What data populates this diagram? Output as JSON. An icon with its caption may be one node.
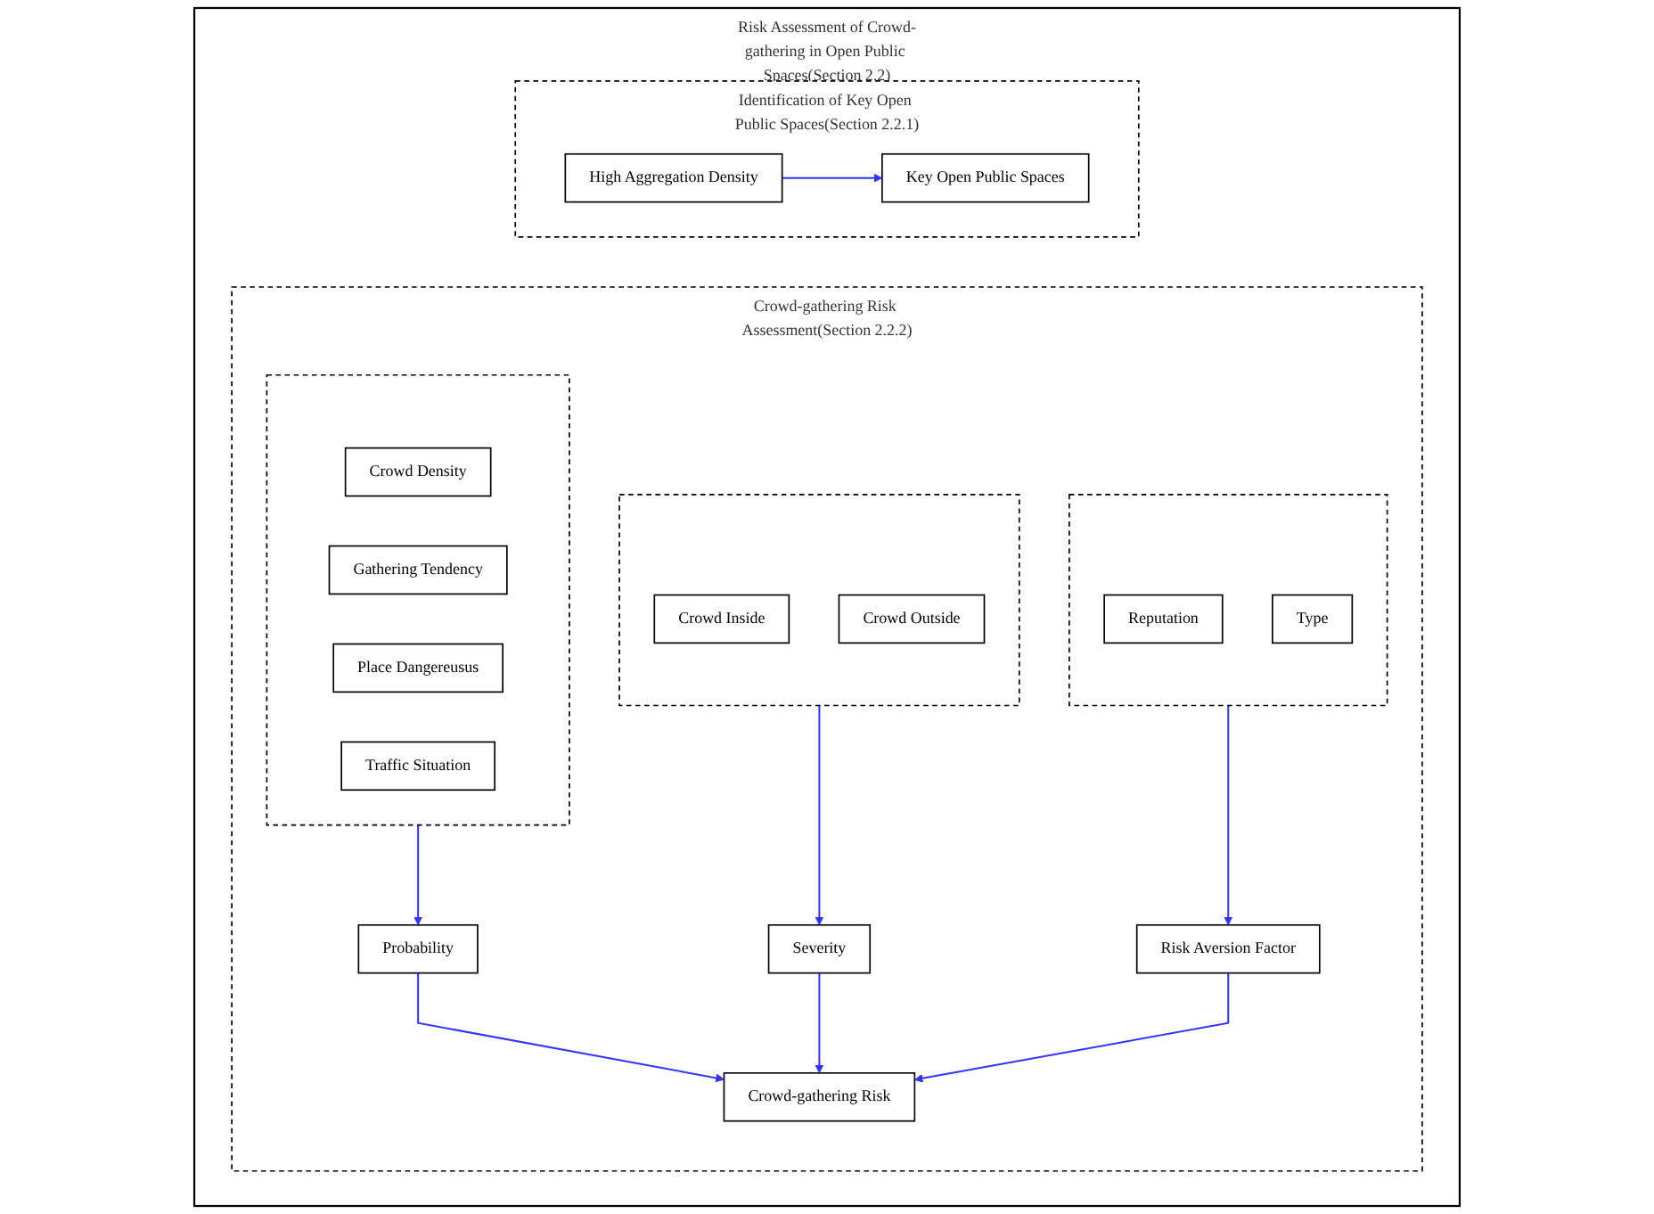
{
  "diagram": {
    "nodes": [
      {
        "text": [
          "Risk Assessment of Crowd-gathering in Open Public Spaces(Section 2.2)"
        ]
      },
      {
        "text": [
          "Identification of Key Open Public Spaces(Section 2.2.1)"
        ],
        "in": 0
      },
      {
        "text": [
          "High Aggregation Density"
        ],
        "in": 1
      },
      {
        "text": [
          "Key Open Public Spaces"
        ],
        "in": 1
      },
      {
        "text": [
          "Crowd-gathering Risk Assessment(Section 2.2.2)"
        ],
        "in": 0
      },
      {
        "text": [],
        "shape": "box",
        "in": 4
      },
      {
        "text": [
          "Crowd Density"
        ],
        "in": 5
      },
      {
        "text": [
          "Gathering Tendency"
        ],
        "in": 5
      },
      {
        "text": [
          "Place Dangereusus"
        ],
        "in": 5
      },
      {
        "text": [
          "Traffic Situation"
        ],
        "in": 5
      },
      {
        "text": [],
        "shape": "box",
        "in": 4
      },
      {
        "text": [
          "Crowd Inside"
        ],
        "in": 10
      },
      {
        "text": [
          "Crowd Outside"
        ],
        "in": 10
      },
      {
        "text": [],
        "shape": "box",
        "in": 4
      },
      {
        "text": [
          "Reputation"
        ],
        "in": 13
      },
      {
        "text": [
          "Type"
        ],
        "in": 13
      },
      {
        "text": [
          "Probability"
        ],
        "in": 4
      },
      {
        "text": [
          "Severity"
        ],
        "in": 4
      },
      {
        "text": [
          "Risk Aversion Factor"
        ],
        "in": 4
      },
      {
        "text": [
          "Crowd-gathering Risk"
        ],
        "in": 4
      }
    ],
    "edges": [
      {
        "from": 2,
        "to": 3,
        "arrow": "to"
      },
      {
        "from": 5,
        "to": 16,
        "arrow": "to"
      },
      {
        "from": 10,
        "to": 17,
        "arrow": "to"
      },
      {
        "from": 13,
        "to": 18,
        "arrow": "to"
      },
      {
        "from": 16,
        "to": 19,
        "arrow": "to"
      },
      {
        "from": 17,
        "to": 19,
        "arrow": "to"
      },
      {
        "from": 18,
        "to": 19,
        "arrow": "to"
      }
    ]
  }
}
